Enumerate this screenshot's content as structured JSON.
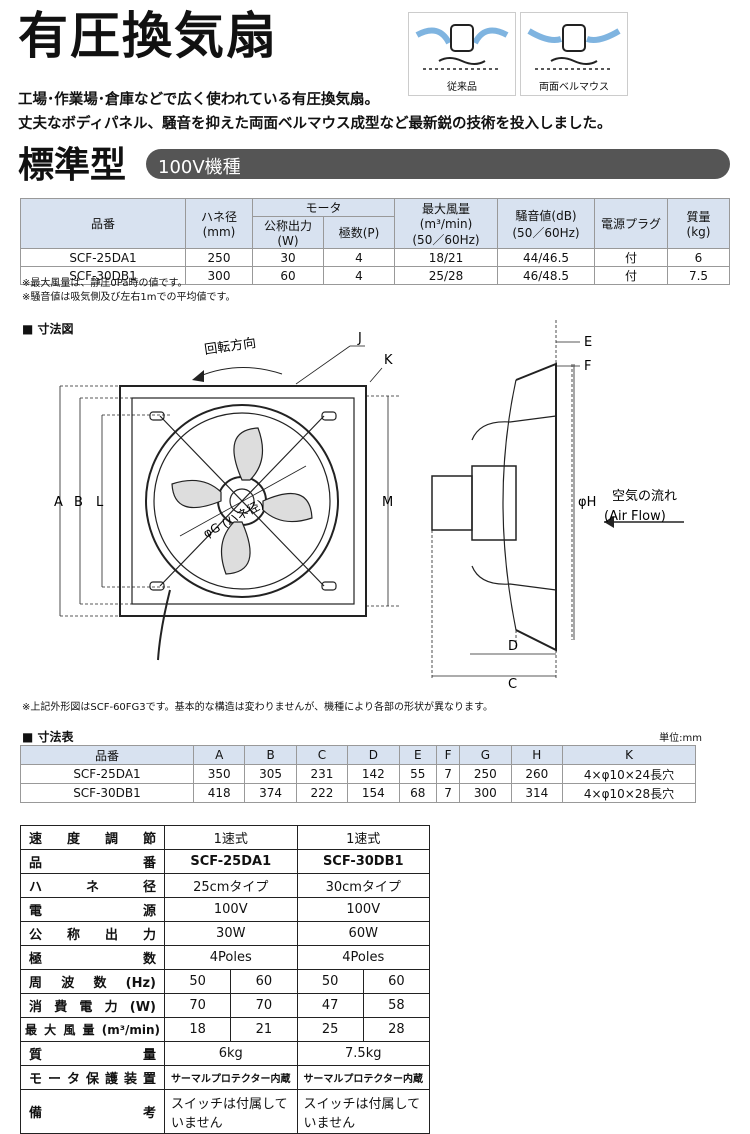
{
  "header": {
    "title": "有圧換気扇",
    "intro": [
      "工場･作業場･倉庫などで広く使われている有圧換気扇。",
      "丈夫なボディパネル、騒音を抑えた両面ベルマウス成型など最新鋭の技術を投入しました。"
    ],
    "icons": [
      {
        "caption": "従来品",
        "icon": "conventional-airflow-icon"
      },
      {
        "caption": "両面ベルマウス",
        "icon": "bellmouth-airflow-icon"
      }
    ]
  },
  "standard": {
    "title": "標準型",
    "badge": "100V機種"
  },
  "spec_table": {
    "h_model": "品番",
    "h_blade": "ハネ径",
    "h_blade_unit": "(mm)",
    "h_motor": "モータ",
    "h_output": "公称出力(W)",
    "h_poles": "極数(P)",
    "h_airflow": "最大風量(m³/min)",
    "h_airflow_unit": "(50／60Hz)",
    "h_noise": "騒音値(dB)",
    "h_noise_unit": "(50／60Hz)",
    "h_plug": "電源プラグ",
    "h_weight": "質量",
    "h_weight_unit": "(kg)",
    "rows": [
      [
        "SCF-25DA1",
        "250",
        "30",
        "4",
        "18/21",
        "44/46.5",
        "付",
        "6"
      ],
      [
        "SCF-30DB1",
        "300",
        "60",
        "4",
        "25/28",
        "46/48.5",
        "付",
        "7.5"
      ]
    ]
  },
  "notes": [
    "※最大風量は、静圧0Pa時の値です。",
    "※騒音値は吸気側及び左右1mでの平均値です。"
  ],
  "drawing": {
    "section": "■ 寸法図",
    "rotation": "回転方向",
    "airflow_label": "空気の流れ",
    "airflow_en": "(Air Flow)",
    "g_label": "φG (ハネ径)",
    "letters": {
      "A": "A",
      "B": "B",
      "L": "L",
      "M": "M",
      "J": "J",
      "K": "K",
      "C": "C",
      "D": "D",
      "E": "E",
      "F": "F",
      "H": "φH"
    },
    "note": "※上記外形図はSCF-60FG3です。基本的な構造は変わりませんが、機種により各部の形状が異なります。"
  },
  "dim_table": {
    "section": "■ 寸法表",
    "unit": "単位:mm",
    "headers": [
      "品番",
      "A",
      "B",
      "C",
      "D",
      "E",
      "F",
      "G",
      "H",
      "K"
    ],
    "rows": [
      [
        "SCF-25DA1",
        "350",
        "305",
        "231",
        "142",
        "55",
        "7",
        "250",
        "260",
        "4×φ10×24長穴"
      ],
      [
        "SCF-30DB1",
        "418",
        "374",
        "222",
        "154",
        "68",
        "7",
        "300",
        "314",
        "4×φ10×28長穴"
      ]
    ]
  },
  "spec_sheet": {
    "speed": {
      "label": "速度調節",
      "v1": "1速式",
      "v2": "1速式"
    },
    "model": {
      "label": "品番",
      "v1": "SCF-25DA1",
      "v2": "SCF-30DB1"
    },
    "blade": {
      "label": "ハネ径",
      "v1": "25cmタイプ",
      "v2": "30cmタイプ"
    },
    "power": {
      "label": "電源",
      "v1": "100V",
      "v2": "100V"
    },
    "output": {
      "label": "公称出力",
      "v1": "30W",
      "v2": "60W"
    },
    "poles": {
      "label": "極数",
      "v1": "4Poles",
      "v2": "4Poles"
    },
    "freq": {
      "label": "周波数(Hz)",
      "a": "50",
      "b": "60",
      "c": "50",
      "d": "60"
    },
    "consumption": {
      "label": "消費電力(W)",
      "a": "70",
      "b": "70",
      "c": "47",
      "d": "58"
    },
    "airflow": {
      "label": "最大風量(m³/min)",
      "a": "18",
      "b": "21",
      "c": "25",
      "d": "28"
    },
    "weight": {
      "label": "質量",
      "v1": "6kg",
      "v2": "7.5kg"
    },
    "protector": {
      "label": "モータ保護装置",
      "v1": "サーマルプロテクター内蔵",
      "v2": "サーマルプロテクター内蔵"
    },
    "remarks": {
      "label": "備考",
      "v1": "スイッチは付属していません",
      "v2": "スイッチは付属していません"
    }
  }
}
